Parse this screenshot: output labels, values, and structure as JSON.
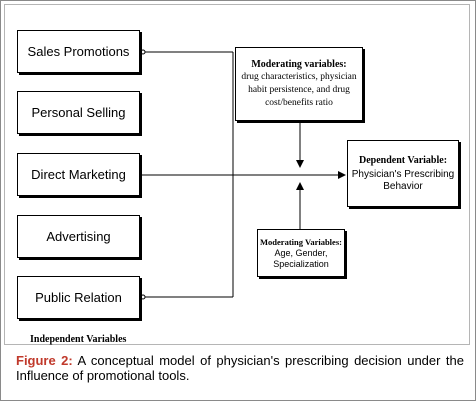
{
  "independent_variables": {
    "items": [
      "Sales Promotions",
      "Personal Selling",
      "Direct Marketing",
      "Advertising",
      "Public Relation"
    ],
    "label": "Independent Variables"
  },
  "moderating_top": {
    "title": "Moderating variables:",
    "line1": "drug characteristics, physician",
    "line2": "habit persistence, and drug",
    "line3": "cost/benefits ratio"
  },
  "moderating_bottom": {
    "title": "Moderating Variables:",
    "line1": "Age, Gender,",
    "line2": "Specialization"
  },
  "dependent": {
    "title": "Dependent Variable:",
    "line1": "Physician's Prescribing",
    "line2": "Behavior"
  },
  "caption": {
    "label": "Figure 2:",
    "text": " A conceptual model of physician's prescribing decision under the Influence of promotional tools."
  },
  "colors": {
    "caption_label": "#c0392b",
    "line": "#000000"
  }
}
